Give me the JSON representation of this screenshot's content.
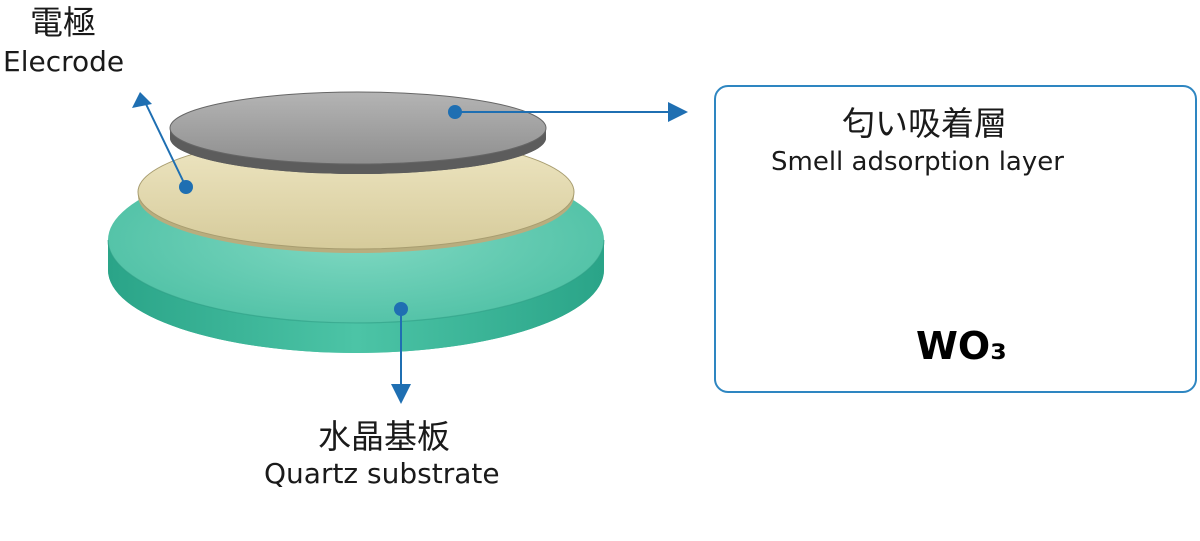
{
  "labels": {
    "electrode_jp": "電極",
    "electrode_en": "Elecrode",
    "quartz_jp": "水晶基板",
    "quartz_en": "Quartz substrate",
    "smell_jp": "匂い吸着層",
    "smell_en": "Smell adsorption layer",
    "material": "WO₃"
  },
  "colors": {
    "quartz_top": "#56c2a8",
    "quartz_side": "#2fae8e",
    "electrode_top": "#e3d9ad",
    "electrode_edge": "#c9bd8c",
    "adsorption_top": "#9a9a9a",
    "adsorption_edge": "#6e6e6e",
    "wo3_top": "#5b4638",
    "wo3_side": "#2c2019",
    "arrow": "#1f6fb2",
    "panel_border": "#2e86c1"
  }
}
